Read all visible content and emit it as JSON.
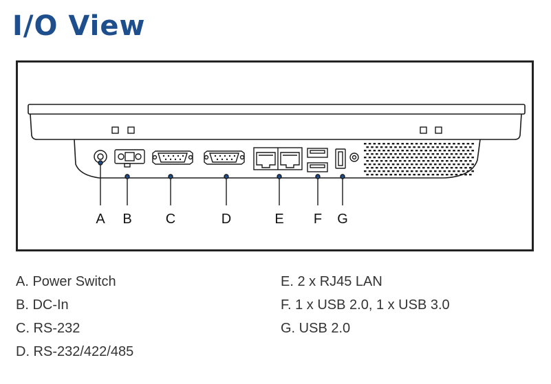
{
  "title": "I/O View",
  "callouts": [
    {
      "letter": "A",
      "name": "Power Switch"
    },
    {
      "letter": "B",
      "name": "DC-In"
    },
    {
      "letter": "C",
      "name": "RS-232"
    },
    {
      "letter": "D",
      "name": "RS-232/422/485"
    },
    {
      "letter": "E",
      "name": "2 x RJ45 LAN"
    },
    {
      "letter": "F",
      "name": "1 x USB 2.0, 1 x USB 3.0"
    },
    {
      "letter": "G",
      "name": "USB 2.0"
    }
  ],
  "legend": {
    "left": [
      "A. Power Switch",
      "B. DC-In",
      "C. RS-232",
      "D. RS-232/422/485"
    ],
    "right": [
      "E. 2 x RJ45 LAN",
      "F. 1 x USB 2.0, 1 x USB 3.0",
      "G. USB 2.0"
    ]
  },
  "colors": {
    "title": "#1e4f8c",
    "line": "#1a1a1a",
    "dot": "#1e4f8c"
  }
}
